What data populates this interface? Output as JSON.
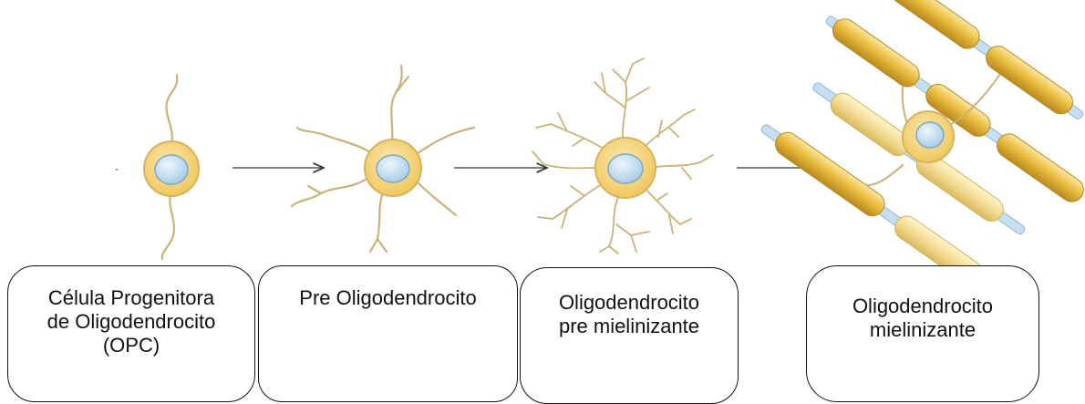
{
  "stages": [
    {
      "id": "opc",
      "label_lines": [
        "Célula Progenitora",
        "de Oligodendrocito",
        "(OPC)"
      ]
    },
    {
      "id": "pre",
      "label_lines": [
        "Pre Oligodendrocito"
      ]
    },
    {
      "id": "premyel",
      "label_lines": [
        "Oligodendrocito",
        "pre mielinizante"
      ]
    },
    {
      "id": "myel",
      "label_lines": [
        "Oligodendrocito",
        "mielinizante"
      ]
    }
  ],
  "colors": {
    "cell_body": "#f6d77e",
    "cell_edge": "#d8b25c",
    "nucleus": "#cfe6f5",
    "nucleus_edge": "#7ea7c4",
    "process": "#c9b27a",
    "myelin": "#e6b94a",
    "myelin_light": "#f5dfa0",
    "node": "#c7dff0",
    "arrow": "#333333",
    "box_border": "#111111"
  }
}
